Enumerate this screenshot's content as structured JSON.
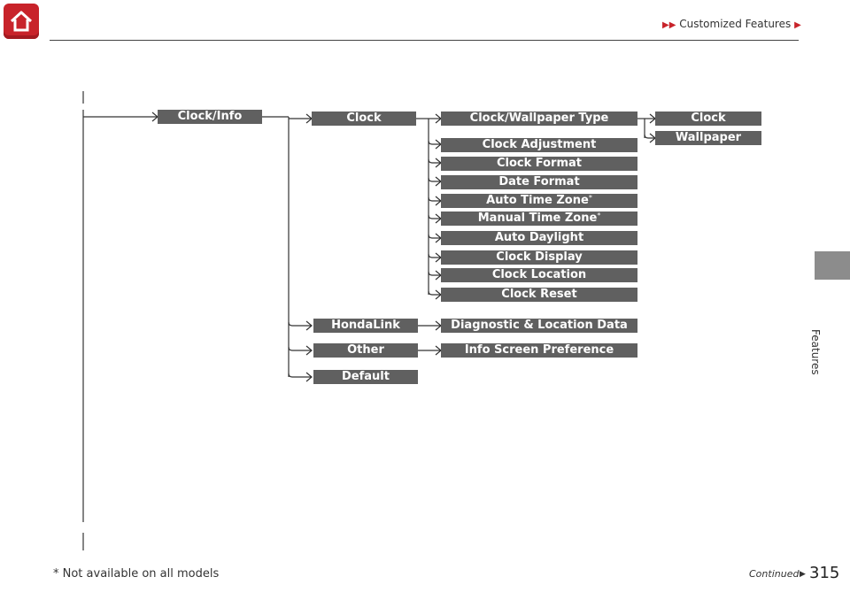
{
  "header": {
    "breadcrumb_label": "Customized Features",
    "home_icon": "home-icon"
  },
  "side_tab": {
    "label": "Features"
  },
  "diagram": {
    "root": "Clock/Info",
    "level2": [
      "Clock",
      "HondaLink",
      "Other",
      "Default"
    ],
    "clock_items": [
      "Clock/Wallpaper Type",
      "Clock Adjustment",
      "Clock Format",
      "Date Format",
      "Auto Time Zone",
      "Manual Time Zone",
      "Auto Daylight",
      "Clock Display",
      "Clock Location",
      "Clock Reset"
    ],
    "wallpaper_type_items": [
      "Clock",
      "Wallpaper"
    ],
    "hondalink_item": "Diagnostic & Location Data",
    "other_item": "Info Screen Preference",
    "asterisk": "*"
  },
  "footer": {
    "note": "* Not available on all models",
    "continued": "Continued",
    "page_number": "315"
  }
}
